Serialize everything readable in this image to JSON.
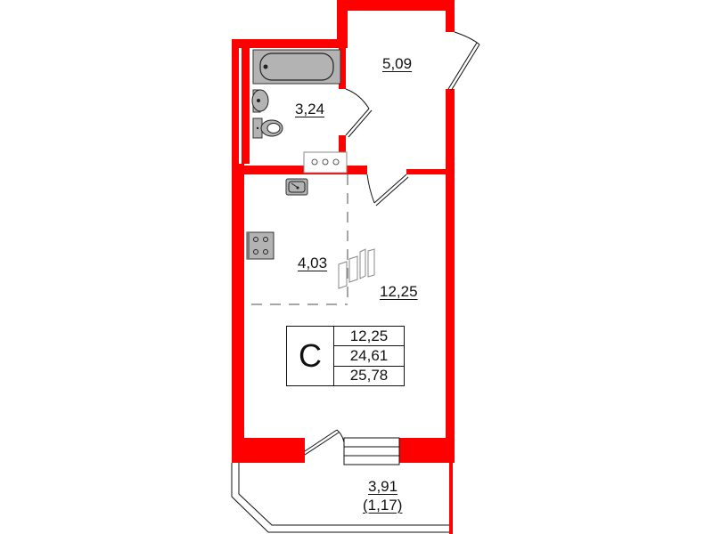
{
  "plan": {
    "wall_color": "#ff0000",
    "fixture_color": "#b3b3b3",
    "rooms": [
      {
        "id": "bathroom",
        "area": "3,24"
      },
      {
        "id": "hallway",
        "area": "5,09"
      },
      {
        "id": "kitchen",
        "area": "4,03"
      },
      {
        "id": "living",
        "area": "12,25"
      },
      {
        "id": "balcony",
        "area": "3,91",
        "coefficient_area": "(1,17)"
      }
    ],
    "legend": {
      "type": "С",
      "living_area": "12,25",
      "total_area": "24,61",
      "total_with_balcony": "25,78"
    }
  }
}
